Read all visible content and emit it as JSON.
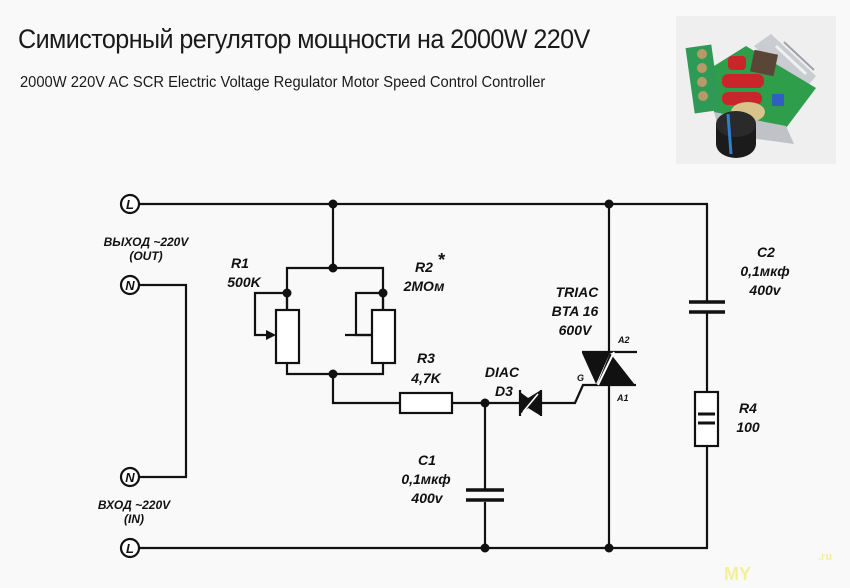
{
  "header": {
    "title": "Симисторный регулятор мощности на 2000W 220V",
    "subtitle": "2000W 220V AC SCR Electric Voltage Regulator Motor Speed Control Controller"
  },
  "photo": {
    "description": "Photo of the 2000W SCR voltage regulator module with green terminal block, red capacitors, heatsink and black knob",
    "colors": {
      "pcb": "#2e9e4a",
      "capacitor": "#c8262a",
      "knob": "#1b1b1b",
      "stripe": "#2f7fd0",
      "heatsink": "#c9ccd0"
    }
  },
  "terminals": {
    "out_label": "ВЫХОД ~220V",
    "out_sub": "(OUT)",
    "in_label": "ВХОД ~220V",
    "in_sub": "(IN)",
    "l_top": "L",
    "n_top": "N",
    "n_bottom": "N",
    "l_bottom": "L"
  },
  "components": {
    "r1": {
      "name": "R1",
      "value": "500K"
    },
    "r2": {
      "name": "R2",
      "star": "*",
      "value": "2MОм"
    },
    "r3": {
      "name": "R3",
      "value": "4,7K"
    },
    "diac": {
      "type": "DIAC",
      "name": "D3"
    },
    "triac": {
      "type": "TRIAC",
      "model": "BTA 16",
      "voltage": "600V",
      "pin_a2": "A2",
      "pin_a1": "A1",
      "pin_g": "G"
    },
    "c1": {
      "name": "C1",
      "value": "0,1мкф",
      "voltage": "400v"
    },
    "c2": {
      "name": "C2",
      "value": "0,1мкф",
      "voltage": "400v"
    },
    "r4": {
      "name": "R4",
      "value": "100"
    }
  },
  "watermark": {
    "text": "MY",
    "suffix": ".ru"
  }
}
